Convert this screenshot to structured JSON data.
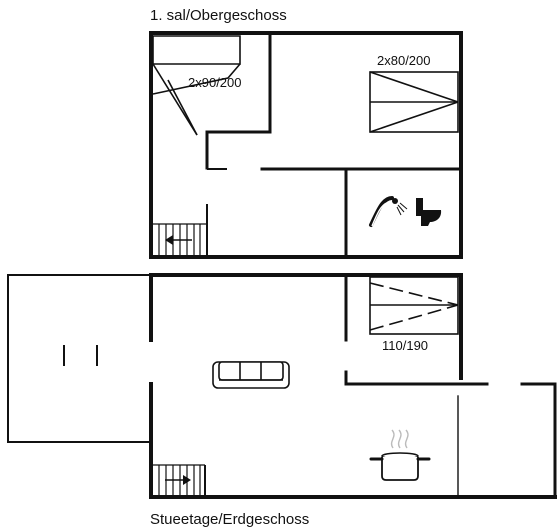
{
  "plan": {
    "upper_floor": {
      "title": "1. sal/Obergeschoss",
      "rooms": [
        {
          "type": "bedroom",
          "bed_label": "2x90/200"
        },
        {
          "type": "bedroom",
          "bed_label": "2x80/200"
        },
        {
          "type": "bathroom",
          "fixtures": [
            "shower-icon",
            "toilet-icon"
          ]
        },
        {
          "type": "stairs",
          "direction": "left"
        }
      ]
    },
    "ground_floor": {
      "title": "Stueetage/Erdgeschoss",
      "rooms": [
        {
          "type": "bedroom",
          "bed_label": "110/190"
        },
        {
          "type": "living-room",
          "fixtures": [
            "sofa-icon"
          ]
        },
        {
          "type": "kitchen",
          "fixtures": [
            "cooking-pot-icon"
          ]
        },
        {
          "type": "terrace"
        },
        {
          "type": "stairs",
          "direction": "right"
        }
      ]
    },
    "colors": {
      "walls": "#111111",
      "background": "#ffffff"
    }
  }
}
